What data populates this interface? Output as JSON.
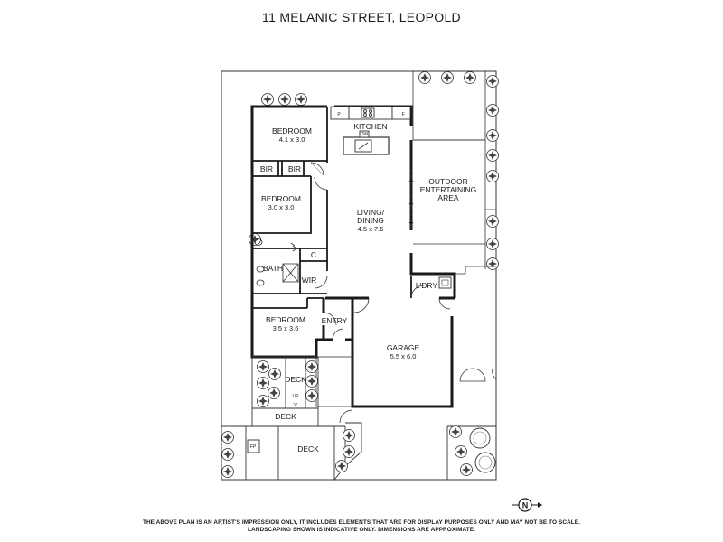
{
  "header": {
    "address": "11 MELANIC STREET, LEOPOLD"
  },
  "rooms": {
    "bedroom1": {
      "name": "BEDROOM",
      "size": "4.1 x 3.0"
    },
    "bedroom2": {
      "name": "BEDROOM",
      "size": "3.0 x 3.0"
    },
    "bedroom3": {
      "name": "BEDROOM",
      "size": "3.5 x 3.6"
    },
    "kitchen": {
      "name": "KITCHEN",
      "dw": "DW",
      "pantry": "P",
      "fridge": "F"
    },
    "living": {
      "name_line1": "LIVING/",
      "name_line2": "DINING",
      "size": "4.5 x 7.6"
    },
    "outdoor": {
      "line1": "OUTDOOR",
      "line2": "ENTERTAINING",
      "line3": "AREA"
    },
    "bir1": "BIR",
    "bir2": "BIR",
    "bath": "BATH",
    "wir": "WIR",
    "cupboard": "C",
    "entry": "ENTRY",
    "laundry": "L'DRY",
    "garage": {
      "name": "GARAGE",
      "size": "5.5 x 6.0"
    },
    "deck_side": "DECK",
    "deck_up": "UP",
    "deck_front": "DECK",
    "deck_bottom": "DECK",
    "fireplace": "FP"
  },
  "compass": {
    "label": "N"
  },
  "footer": {
    "line1": "THE ABOVE PLAN IS AN ARTIST'S IMPRESSION ONLY, IT INCLUDES ELEMENTS THAT ARE FOR DISPLAY PURPOSES ONLY AND MAY NOT BE TO SCALE.",
    "line2": "LANDSCAPING SHOWN IS INDICATIVE ONLY. DIMENSIONS ARE APPROXIMATE."
  }
}
